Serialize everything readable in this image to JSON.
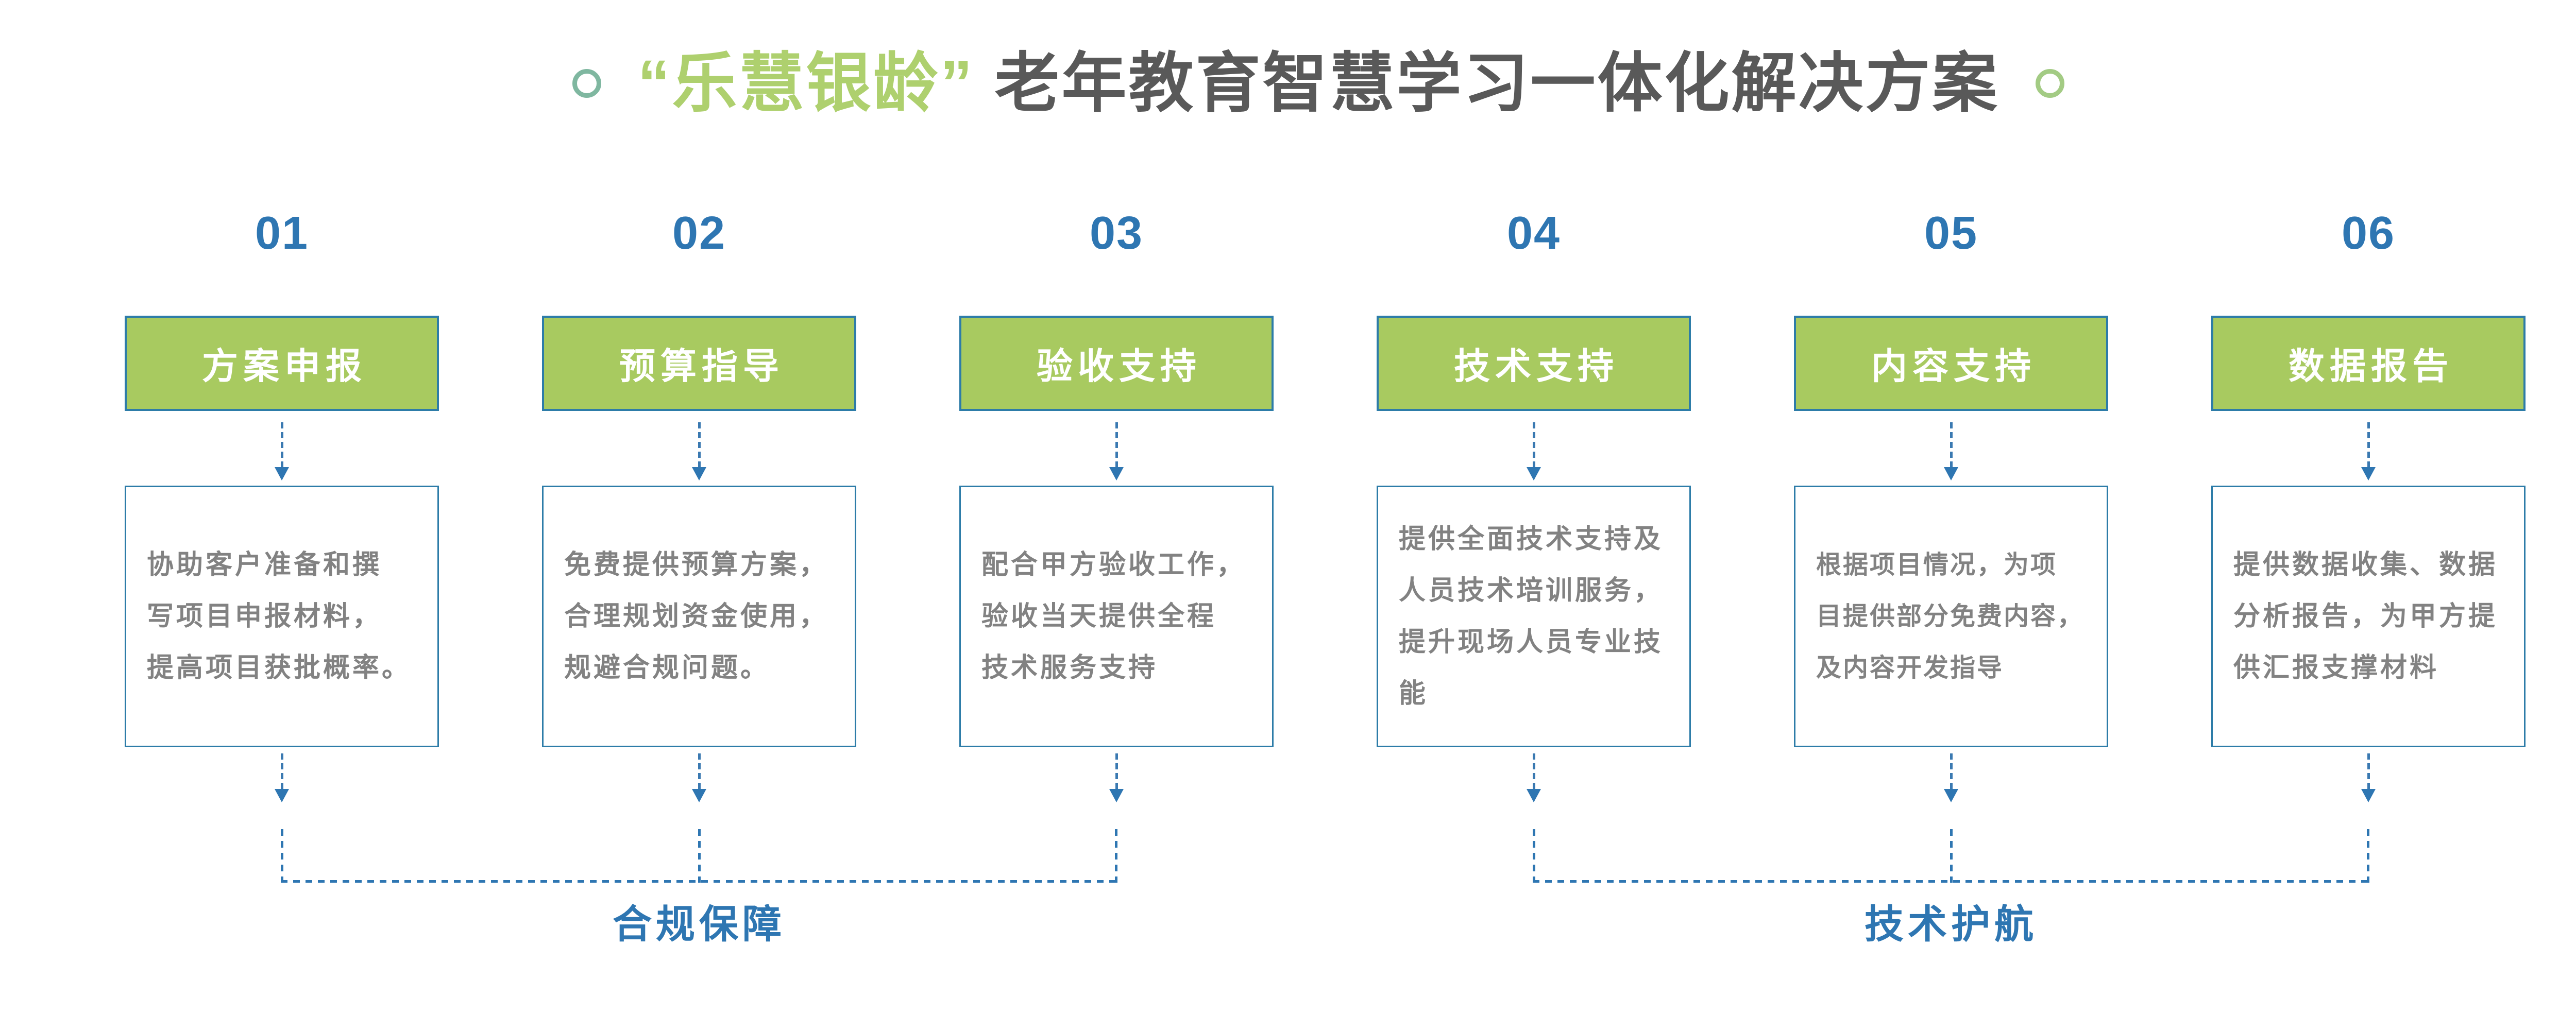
{
  "title": {
    "brand": "“乐慧银龄”",
    "rest": "老年教育智慧学习一体化解决方案"
  },
  "steps": [
    {
      "number": "01",
      "title": "方案申报",
      "description": "协助客户准备和撰\n写项目申报材料，\n提高项目获批概率。"
    },
    {
      "number": "02",
      "title": "预算指导",
      "description": "免费提供预算方案，\n合理规划资金使用，\n规避合规问题。"
    },
    {
      "number": "03",
      "title": "验收支持",
      "description": "配合甲方验收工作，\n验收当天提供全程\n技术服务支持"
    },
    {
      "number": "04",
      "title": "技术支持",
      "description": "提供全面技术支持及\n人员技术培训服务，\n提升现场人员专业技\n能"
    },
    {
      "number": "05",
      "title": "内容支持",
      "description": "根据项目情况，为项\n目提供部分免费内容，\n及内容开发指导"
    },
    {
      "number": "06",
      "title": "数据报告",
      "description": "提供数据收集、数据\n分析报告，为甲方提\n供汇报支撑材料"
    }
  ],
  "groups": {
    "left": {
      "label": "合规保障"
    },
    "right": {
      "label": "技术护航"
    }
  },
  "colors": {
    "accent_blue": "#2e76b2",
    "border_teal": "#2d7ca8",
    "box_green": "#a8ca60",
    "title_green": "#aed06e",
    "title_gray": "#595959",
    "desc_gray": "#828282",
    "circle_left": "#7fb7a0",
    "circle_right": "#a3cb84"
  }
}
